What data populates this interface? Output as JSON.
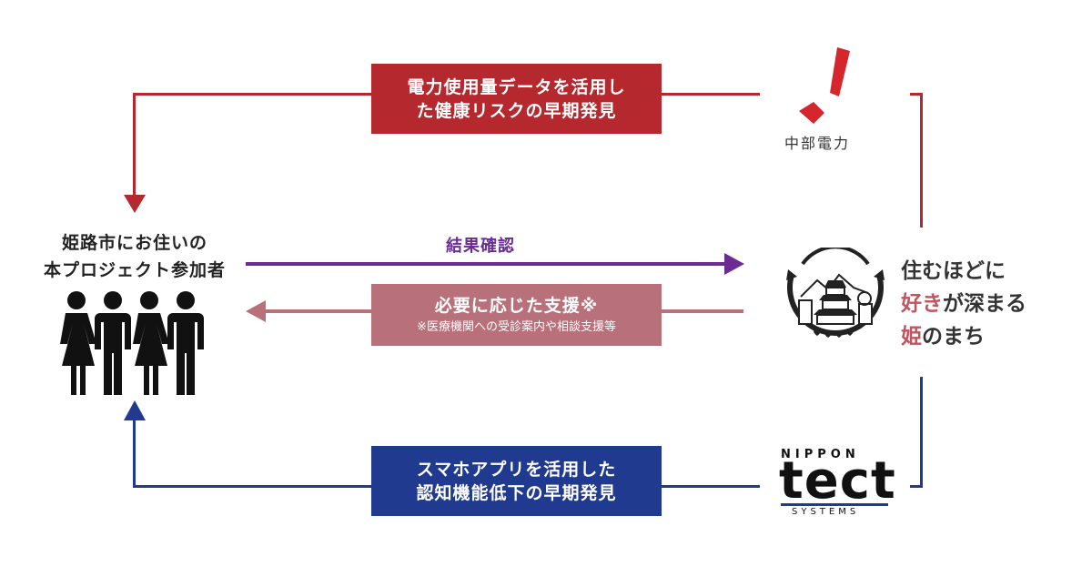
{
  "participants": {
    "line1": "姫路市にお住いの",
    "line2": "本プロジェクト参加者"
  },
  "red_flow": {
    "line1": "電力使用量データを活用し",
    "line2": "た健康リスクの早期発見",
    "color": "#b5282d"
  },
  "result_check": {
    "label": "結果確認",
    "color": "#6b2d94"
  },
  "support": {
    "title": "必要に応じた支援※",
    "note": "※医療機関への受診案内や相談支援等",
    "color": "#b8707a"
  },
  "blue_flow": {
    "line1": "スマホアプリを活用した",
    "line2": "認知機能低下の早期発見",
    "color": "#1f3a8f"
  },
  "chubu": {
    "name": "中部電力",
    "logo_color": "#d6262d"
  },
  "himeji": {
    "slogan_line1": "住むほどに",
    "slogan_line2_pink": "好き",
    "slogan_line2_rest": "が深まる",
    "slogan_line3_pink": "姫",
    "slogan_line3_rest": "のまち"
  },
  "nippon_tect": {
    "top": "NIPPON",
    "middle": "tect",
    "bottom": "SYSTEMS"
  }
}
